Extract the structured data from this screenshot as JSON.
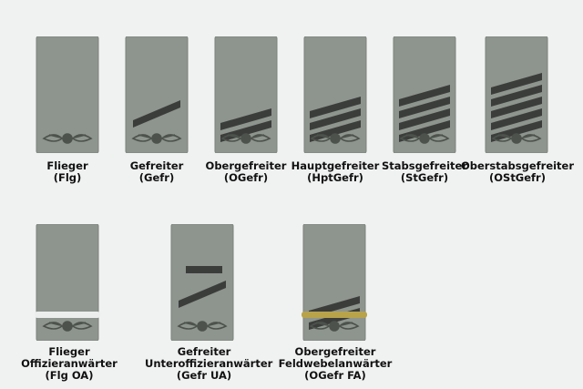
{
  "ranks": [
    {
      "id": "flg",
      "line1": "Flieger",
      "line2": "(Flg)",
      "line3": "",
      "chevrons": 0,
      "bar": false,
      "band": "none"
    },
    {
      "id": "gefr",
      "line1": "Gefreiter",
      "line2": "(Gefr)",
      "line3": "",
      "chevrons": 1,
      "bar": false,
      "band": "none"
    },
    {
      "id": "ogefr",
      "line1": "Obergefreiter",
      "line2": "(OGefr)",
      "line3": "",
      "chevrons": 2,
      "bar": false,
      "band": "none"
    },
    {
      "id": "hptgefr",
      "line1": "Hauptgefreiter",
      "line2": "(HptGefr)",
      "line3": "",
      "chevrons": 3,
      "bar": false,
      "band": "none"
    },
    {
      "id": "stgefr",
      "line1": "Stabsgefreiter",
      "line2": "(StGefr)",
      "line3": "",
      "chevrons": 4,
      "bar": false,
      "band": "none"
    },
    {
      "id": "ostgefr",
      "line1": "Oberstabsgefreiter",
      "line2": "(OStGefr)",
      "line3": "",
      "chevrons": 5,
      "bar": false,
      "band": "none"
    },
    {
      "id": "flg-oa",
      "line1": "Flieger",
      "line2": "Offizieranwärter",
      "line3": "(Flg OA)",
      "chevrons": 0,
      "bar": false,
      "band": "silver"
    },
    {
      "id": "gefr-ua",
      "line1": "Gefreiter",
      "line2": "Unteroffizieranwärter",
      "line3": "(Gefr UA)",
      "chevrons": 1,
      "bar": true,
      "band": "none"
    },
    {
      "id": "ogefr-fa",
      "line1": "Obergefreiter",
      "line2": "Feldwebelanwärter",
      "line3": "(OGefr FA)",
      "chevrons": 2,
      "bar": false,
      "band": "gold"
    }
  ],
  "colors": {
    "board": "#8e948e",
    "board_edge": "#7c827c",
    "stripe": "#3b3d3b",
    "emblem": "#4d524d",
    "silver": "#eceeed",
    "gold": "#b8a34a"
  }
}
